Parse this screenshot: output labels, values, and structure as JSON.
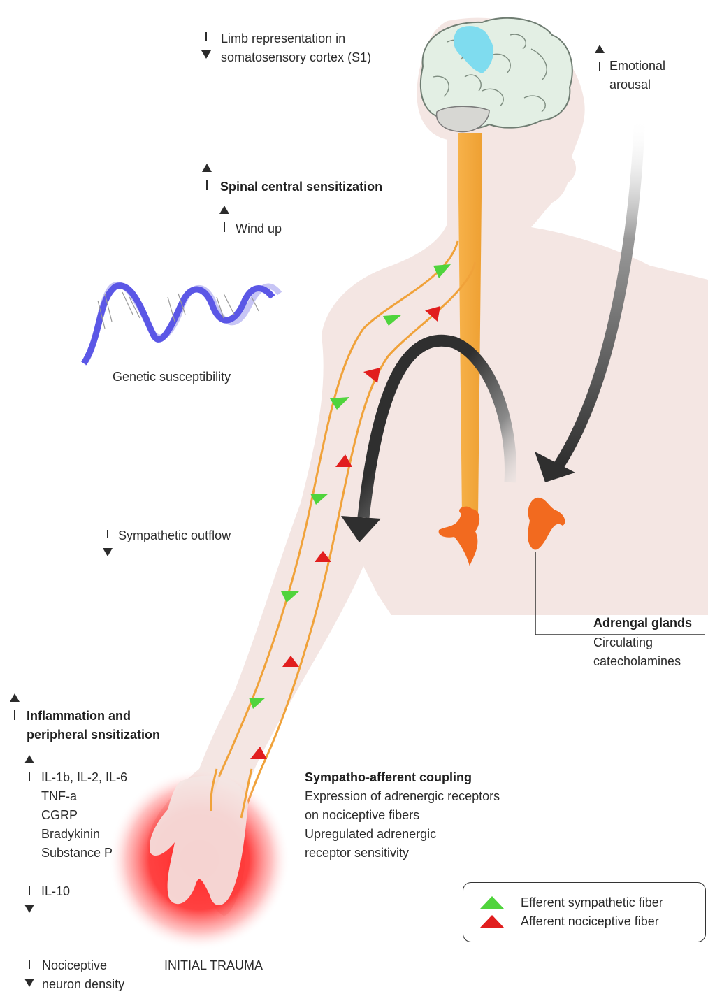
{
  "labels": {
    "s1": [
      "Limb representation in",
      "somatosensory cortex (S1)"
    ],
    "emotional": [
      "Emotional",
      "arousal"
    ],
    "spinal": "Spinal central sensitization",
    "windup": "Wind up",
    "genetic": "Genetic susceptibility",
    "sympathetic": "Sympathetic outflow",
    "adrenal_title": "Adrengal glands",
    "adrenal_sub": [
      "Circulating",
      "catecholamines"
    ],
    "inflammation": [
      "Inflammation and",
      "peripheral snsitization"
    ],
    "cytokines": [
      "IL-1b, IL-2, IL-6",
      "TNF-a",
      "CGRP",
      "Bradykinin",
      "Substance P"
    ],
    "il10": "IL-10",
    "nociceptive": [
      "Nociceptive",
      "neuron density"
    ],
    "trauma": "INITIAL TRAUMA",
    "coupling_title": "Sympatho-afferent coupling",
    "coupling_sub": [
      "Expression of adrenergic receptors",
      "on nociceptive fibers",
      "Upregulated adrenergic",
      "receptor sensitivity"
    ]
  },
  "legend": {
    "efferent": "Efferent sympathetic fiber",
    "afferent": "Afferent nociceptive fiber"
  },
  "colors": {
    "efferent": "#4fd43c",
    "afferent": "#e11e1e",
    "nerve": "#f2a93b",
    "gland": "#f26a1f",
    "body": "#f4e6e3",
    "brain_highlight": "#7fdcef",
    "dna": "#5b57e6",
    "trauma": "#ff1a1a"
  }
}
